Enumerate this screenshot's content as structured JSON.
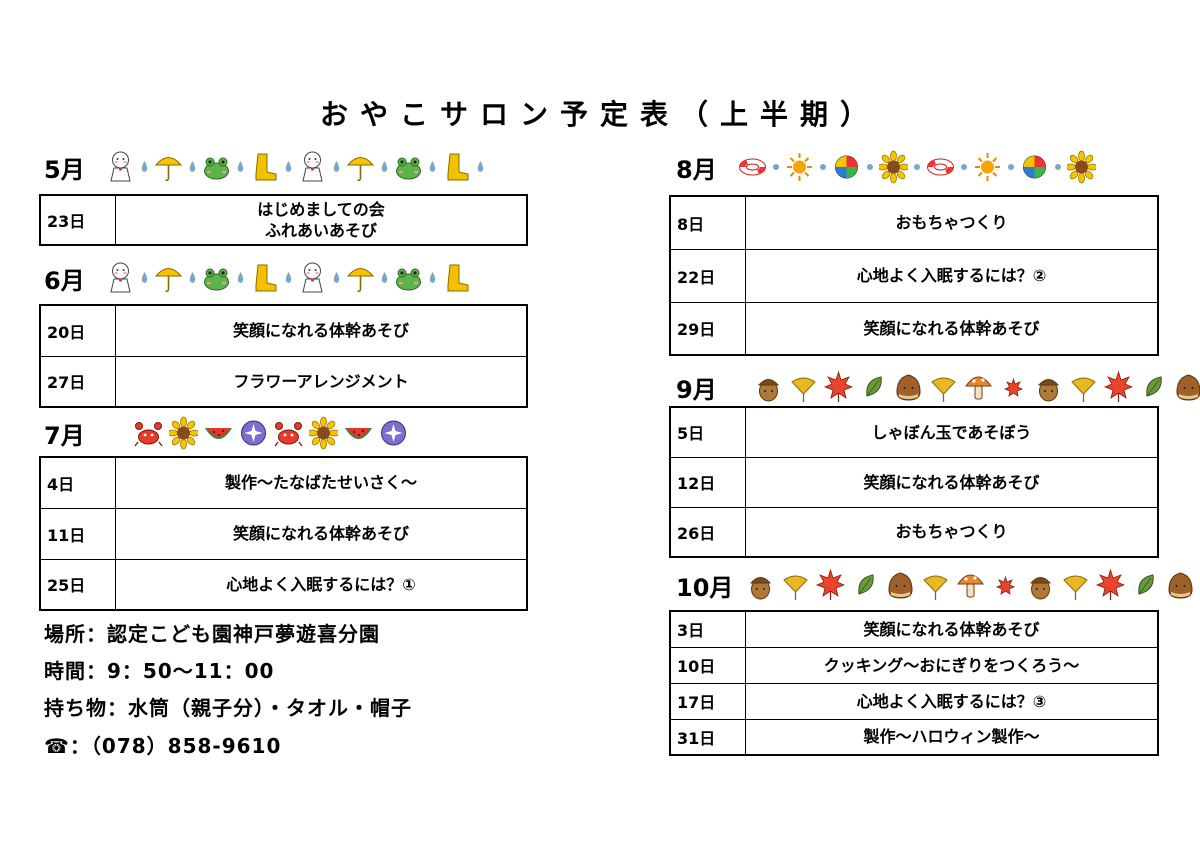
{
  "title": "おやこサロン予定表（上半期）",
  "months": {
    "may": {
      "label": "5月",
      "icons": [
        "teru-teru-bozu-icon",
        "rain-drop-icon",
        "umbrella-icon",
        "rain-drop-icon",
        "frog-icon",
        "rain-drop-icon",
        "rain-boot-icon",
        "rain-drop-icon",
        "teru-teru-bozu-icon",
        "rain-drop-icon",
        "umbrella-icon",
        "rain-drop-icon",
        "frog-icon",
        "rain-drop-icon",
        "rain-boot-icon",
        "rain-drop-icon"
      ],
      "rows": [
        {
          "day": "23日",
          "lines": [
            "はじめましての会",
            "ふれあいあそび"
          ]
        }
      ]
    },
    "june": {
      "label": "6月",
      "icons": [
        "teru-teru-bozu-icon",
        "rain-drop-icon",
        "umbrella-icon",
        "rain-drop-icon",
        "frog-icon",
        "rain-drop-icon",
        "rain-boot-icon",
        "rain-drop-icon",
        "teru-teru-bozu-icon",
        "rain-drop-icon",
        "umbrella-icon",
        "rain-drop-icon",
        "frog-icon",
        "rain-drop-icon",
        "rain-boot-icon"
      ],
      "rows": [
        {
          "day": "20日",
          "lines": [
            "笑顔になれる体幹あそび"
          ]
        },
        {
          "day": "27日",
          "lines": [
            "フラワーアレンジメント"
          ]
        }
      ]
    },
    "july": {
      "label": "7月",
      "icons": [
        "crab-icon",
        "sunflower-icon",
        "watermelon-icon",
        "morning-glory-icon",
        "crab-icon",
        "sunflower-icon",
        "watermelon-icon",
        "morning-glory-icon"
      ],
      "rows": [
        {
          "day": "4日",
          "lines": [
            "製作～たなばたせいさく～"
          ]
        },
        {
          "day": "11日",
          "lines": [
            "笑顔になれる体幹あそび"
          ]
        },
        {
          "day": "25日",
          "lines": [
            "心地よく入眠するには？①"
          ]
        }
      ]
    },
    "august": {
      "label": "8月",
      "icons": [
        "swim-ring-icon",
        "dot-icon",
        "sun-icon",
        "dot-icon",
        "beach-ball-icon",
        "dot-icon",
        "sunflower-icon",
        "dot-icon",
        "swim-ring-icon",
        "dot-icon",
        "sun-icon",
        "dot-icon",
        "beach-ball-icon",
        "dot-icon",
        "sunflower-icon"
      ],
      "rows": [
        {
          "day": "8日",
          "lines": [
            "おもちゃつくり"
          ]
        },
        {
          "day": "22日",
          "lines": [
            "心地よく入眠するには？②"
          ]
        },
        {
          "day": "29日",
          "lines": [
            "笑顔になれる体幹あそび"
          ]
        }
      ]
    },
    "september": {
      "label": "9月",
      "icons": [
        "acorn-icon",
        "ginkgo-leaf-icon",
        "maple-leaf-icon",
        "leaf-icon",
        "chestnut-icon",
        "ginkgo-leaf-icon",
        "mushroom-icon",
        "maple-leaf-small-icon",
        "acorn-icon",
        "ginkgo-leaf-icon",
        "maple-leaf-icon",
        "leaf-icon",
        "chestnut-icon"
      ],
      "rows": [
        {
          "day": "5日",
          "lines": [
            "しゃぼん玉であそぼう"
          ]
        },
        {
          "day": "12日",
          "lines": [
            "笑顔になれる体幹あそび"
          ]
        },
        {
          "day": "26日",
          "lines": [
            "おもちゃつくり"
          ]
        }
      ]
    },
    "october": {
      "label": "10月",
      "icons": [
        "acorn-icon",
        "ginkgo-leaf-icon",
        "maple-leaf-icon",
        "leaf-icon",
        "chestnut-icon",
        "ginkgo-leaf-icon",
        "mushroom-icon",
        "maple-leaf-small-icon",
        "acorn-icon",
        "ginkgo-leaf-icon",
        "maple-leaf-icon",
        "leaf-icon",
        "chestnut-icon"
      ],
      "rows": [
        {
          "day": "3日",
          "lines": [
            "笑顔になれる体幹あそび"
          ]
        },
        {
          "day": "10日",
          "lines": [
            "クッキング～おにぎりをつくろう～"
          ]
        },
        {
          "day": "17日",
          "lines": [
            "心地よく入眠するには？③"
          ]
        },
        {
          "day": "31日",
          "lines": [
            "製作～ハロウィン製作～"
          ]
        }
      ]
    }
  },
  "info": {
    "place": "場所：認定こども園神戸夢遊喜分園",
    "time": "時間：9：50～11：00",
    "items": "持ち物：水筒（親子分）・タオル・帽子",
    "phone": "☎：（078）858-9610"
  },
  "colors": {
    "umbrella": "#f5c400",
    "frog": "#5bb548",
    "boot": "#f2c200",
    "drop": "#7aa7c7",
    "crab": "#e83a2a",
    "sunflower": "#f5c400",
    "watermelon": "#e8332c",
    "morning_glory": "#7a6fd0",
    "maple": "#e8452c",
    "acorn": "#b07838",
    "ginkgo": "#e8b820"
  }
}
